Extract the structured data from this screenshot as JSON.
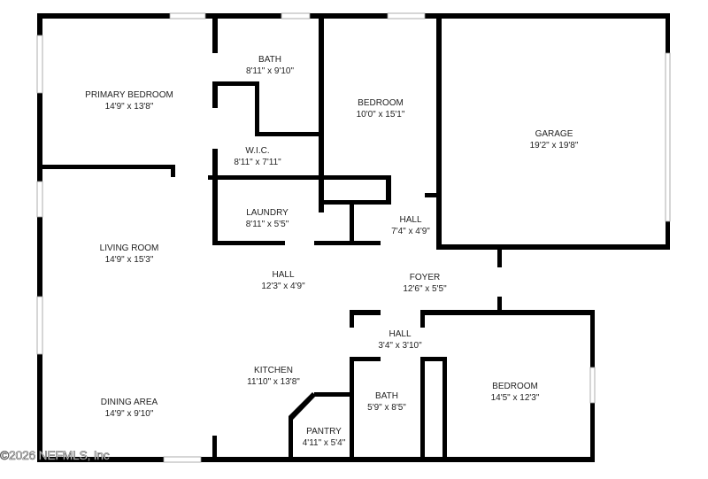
{
  "rooms": [
    {
      "name": "PRIMARY BEDROOM",
      "size": "14'9\" x 13'8\""
    },
    {
      "name": "BATH",
      "size": "8'11\" x 9'10\""
    },
    {
      "name": "BEDROOM",
      "size": "10'0\" x 15'1\""
    },
    {
      "name": "GARAGE",
      "size": "19'2\" x 19'8\""
    },
    {
      "name": "W.I.C.",
      "size": "8'11\" x 7'11\""
    },
    {
      "name": "LAUNDRY",
      "size": "8'11\" x 5'5\""
    },
    {
      "name": "HALL",
      "size": "7'4\" x 4'9\""
    },
    {
      "name": "LIVING ROOM",
      "size": "14'9\" x 15'3\""
    },
    {
      "name": "HALL",
      "size": "12'3\" x 4'9\""
    },
    {
      "name": "FOYER",
      "size": "12'6\" x 5'5\""
    },
    {
      "name": "HALL",
      "size": "3'4\" x 3'10\""
    },
    {
      "name": "KITCHEN",
      "size": "11'10\" x 13'8\""
    },
    {
      "name": "DINING AREA",
      "size": "14'9\" x 9'10\""
    },
    {
      "name": "BATH",
      "size": "5'9\" x 8'5\""
    },
    {
      "name": "BEDROOM",
      "size": "14'5\" x 12'3\""
    },
    {
      "name": "PANTRY",
      "size": "4'11\" x 5'4\""
    }
  ],
  "copyright": "©2026 NEFMLS, Inc"
}
